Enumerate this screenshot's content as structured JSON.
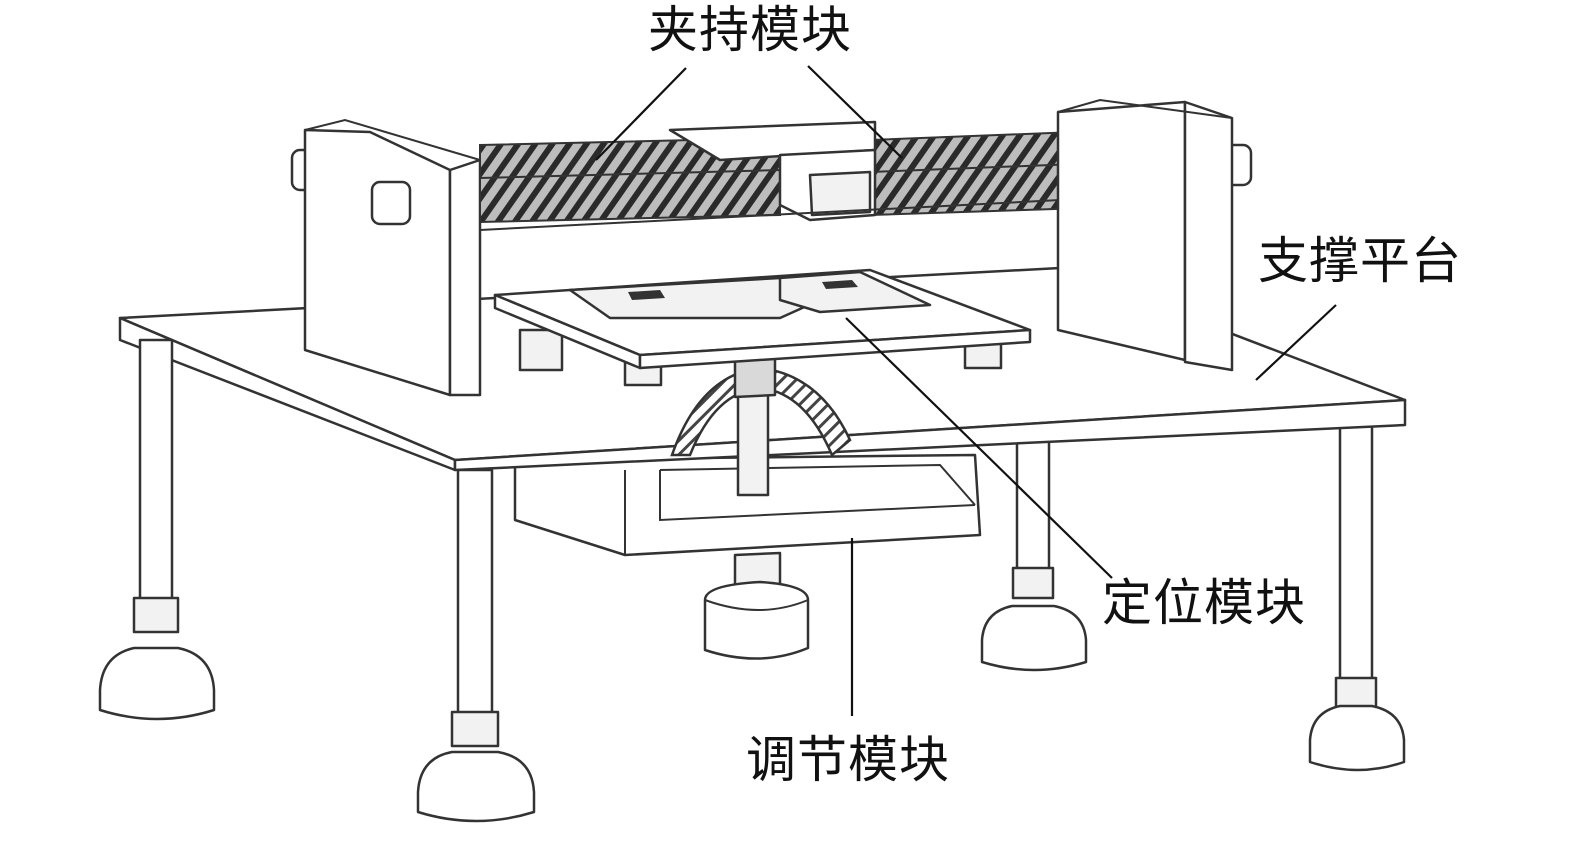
{
  "labels": {
    "clamp_module": "夹持模块",
    "support_platform": "支撑平台",
    "locating_module": "定位模块",
    "adjusting_module": "调节模块"
  },
  "colors": {
    "line": "#333333",
    "background": "#ffffff"
  }
}
